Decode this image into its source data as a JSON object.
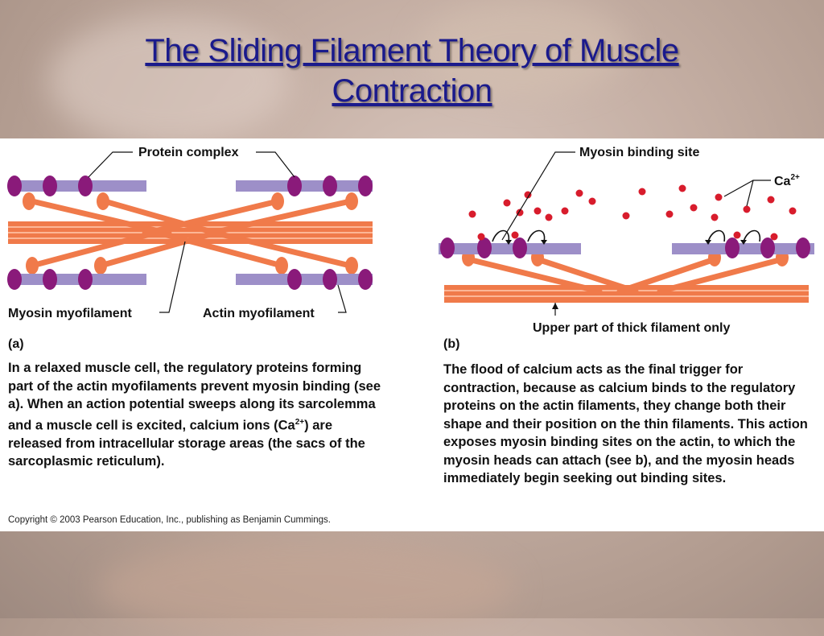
{
  "slide": {
    "title_line1": "The Sliding Filament Theory of Muscle",
    "title_line2": "Contraction"
  },
  "figure_a": {
    "label_protein_complex": "Protein complex",
    "label_myosin": "Myosin myofilament",
    "label_actin": "Actin myofilament",
    "panel_tag": "(a)",
    "text_before_a": "In a relaxed muscle cell, the regulatory proteins forming part of the actin myofilaments prevent myosin binding (see ",
    "text_a": "a",
    "text_mid": "). When an action potential sweeps along its sarcolemma and a muscle cell is excited, calcium ions (Ca",
    "text_sup": "2+",
    "text_after": ") are released from intracellular storage areas (the sacs of the sarcoplasmic reticulum)."
  },
  "figure_b": {
    "label_binding_site": "Myosin binding site",
    "label_ca": "Ca",
    "label_ca_sup": "2+",
    "label_thick": "Upper part of thick filament only",
    "panel_tag": "(b)",
    "text_before_b": "The flood of calcium acts as the final trigger for contraction, because as calcium binds to the regulatory proteins on the actin filaments, they change both their shape and their position on the thin filaments. This action exposes myosin binding sites on the actin, to which the myosin heads can attach (see ",
    "text_b": "b",
    "text_after_b": "), and the myosin heads immediately begin seeking out binding sites."
  },
  "copyright": "Copyright © 2003 Pearson Education, Inc., publishing as Benjamin Cummings.",
  "colors": {
    "actin": "#9d8fc8",
    "protein": "#8a1a7a",
    "myosin": "#f07a4a",
    "calcium": "#d81c2c",
    "title": "#1a1a8c"
  }
}
